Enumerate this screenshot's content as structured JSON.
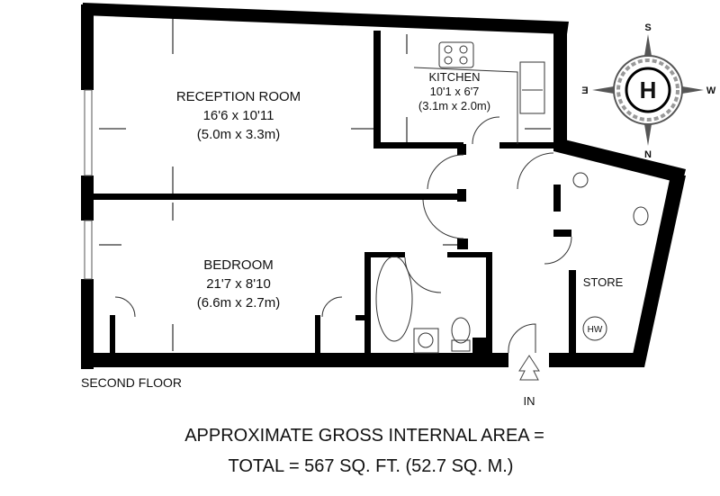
{
  "rooms": {
    "reception": {
      "name": "RECEPTION ROOM",
      "imperial": "16'6 x 10'11",
      "metric": "(5.0m x 3.3m)"
    },
    "kitchen": {
      "name": "KITCHEN",
      "imperial": "10'1 x 6'7",
      "metric": "(3.1m x 2.0m)"
    },
    "bedroom": {
      "name": "BEDROOM",
      "imperial": "21'7 x 8'10",
      "metric": "(6.6m x 2.7m)"
    },
    "store": {
      "name": "STORE"
    },
    "hot_water": "HW"
  },
  "compass": {
    "center": "H",
    "north": "N",
    "south": "S",
    "east": "E",
    "west": "W"
  },
  "floor_label": "SECOND FLOOR",
  "entrance_label": "IN",
  "area": {
    "line1": "APPROXIMATE GROSS INTERNAL AREA =",
    "line2": "TOTAL = 567 SQ. FT. (52.7 SQ. M.)"
  }
}
